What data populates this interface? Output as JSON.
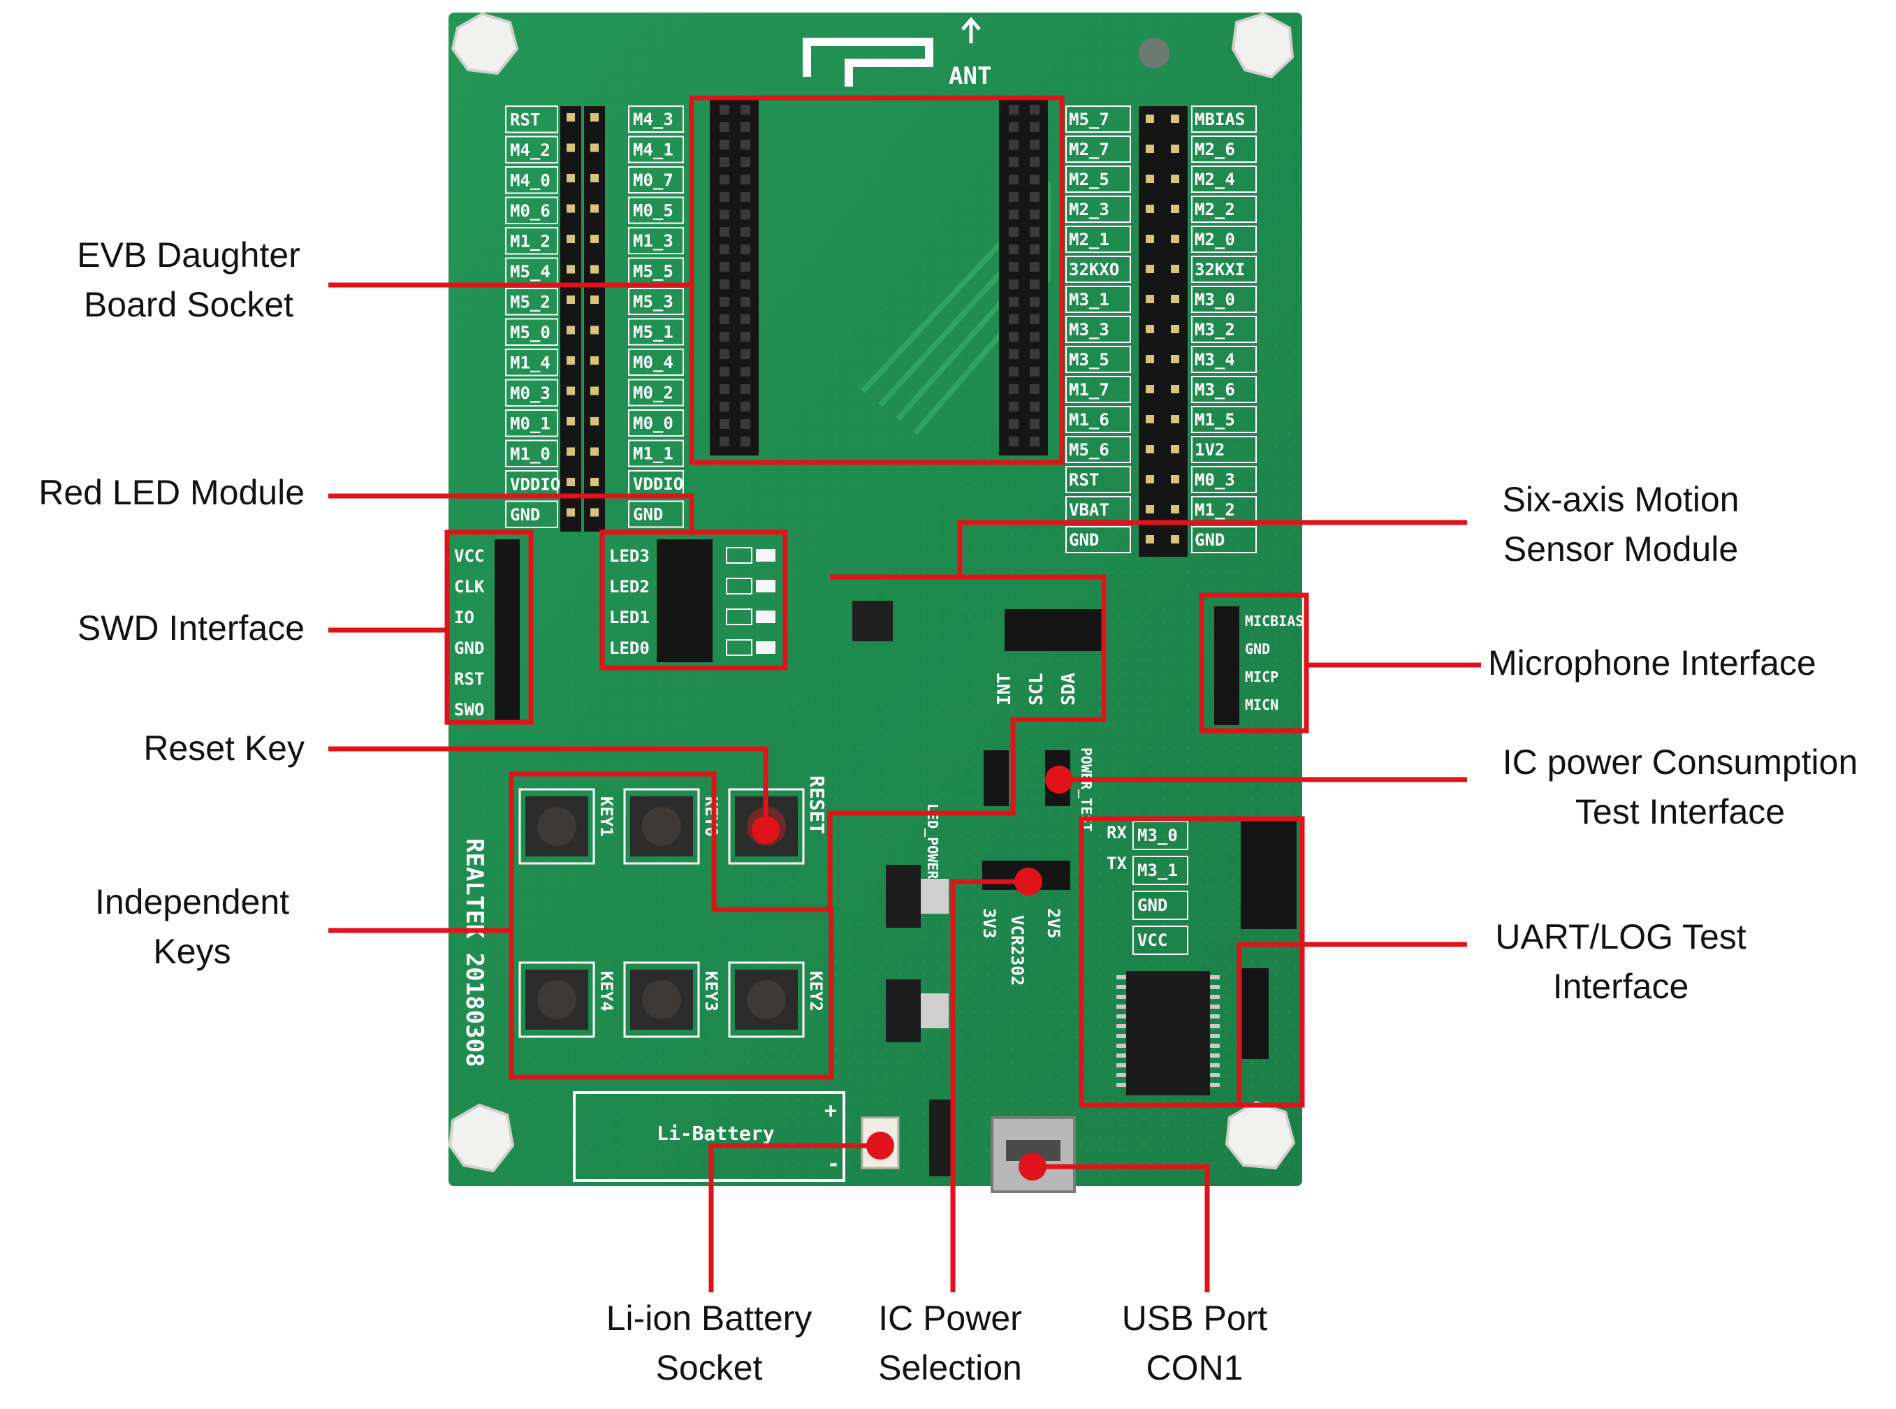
{
  "board": {
    "antenna_label": "ANT",
    "brand_text": "REALTEK 20180308",
    "battery_label": "Li-Battery",
    "battery_plus": "+",
    "battery_minus": "-",
    "reset_silk": "RESET",
    "key_silk": [
      "KEY1",
      "KEY0",
      "KEY4",
      "KEY3",
      "KEY2"
    ],
    "ldo_text": "VCR2302",
    "voltage_3v3": "3V3",
    "voltage_2v5": "2V5",
    "left_header_left_pins": [
      "RST",
      "M4_2",
      "M4_0",
      "M0_6",
      "M1_2",
      "M5_4",
      "M5_2",
      "M5_0",
      "M1_4",
      "M0_3",
      "M0_1",
      "M1_0",
      "VDDIO",
      "GND"
    ],
    "left_header_right_pins": [
      "M4_3",
      "M4_1",
      "M0_7",
      "M0_5",
      "M1_3",
      "M5_5",
      "M5_3",
      "M5_1",
      "M0_4",
      "M0_2",
      "M0_0",
      "M1_1",
      "VDDIO",
      "GND"
    ],
    "right_header_left_pins": [
      "M5_7",
      "M2_7",
      "M2_5",
      "M2_3",
      "M2_1",
      "32KXO",
      "M3_1",
      "M3_3",
      "M3_5",
      "M1_7",
      "M1_6",
      "M5_6",
      "RST",
      "VBAT",
      "GND"
    ],
    "right_header_right_pins": [
      "MBIAS",
      "M2_6",
      "M2_4",
      "M2_2",
      "M2_0",
      "32KXI",
      "M3_0",
      "M3_2",
      "M3_4",
      "M3_6",
      "M1_5",
      "1V2",
      "M0_3",
      "M1_2",
      "GND"
    ],
    "swd_pins": [
      "VCC",
      "CLK",
      "IO",
      "GND",
      "RST",
      "SWO"
    ],
    "led_pins": [
      "LED3",
      "LED2",
      "LED1",
      "LED0"
    ],
    "sensor_pins": [
      "INT",
      "SCL",
      "SDA"
    ],
    "mic_pins": [
      "MICBIAS",
      "GND",
      "MICP",
      "MICN"
    ],
    "uart_pins_left": [
      "RX",
      "TX"
    ],
    "uart_pins_right": [
      "M3_0",
      "M3_1",
      "GND",
      "VCC"
    ],
    "power_test_label": "POWER_TEST",
    "led_power_label": "LED_POWER"
  },
  "callouts": [
    {
      "id": "evb-daughter-board-socket",
      "lines": [
        "EVB Daughter",
        "Board Socket"
      ]
    },
    {
      "id": "red-led-module",
      "lines": [
        "Red LED Module"
      ]
    },
    {
      "id": "swd-interface",
      "lines": [
        "SWD Interface"
      ]
    },
    {
      "id": "reset-key",
      "lines": [
        "Reset Key"
      ]
    },
    {
      "id": "independent-keys",
      "lines": [
        "Independent",
        "Keys"
      ]
    },
    {
      "id": "six-axis-motion-sensor-module",
      "lines": [
        "Six-axis Motion",
        "Sensor Module"
      ]
    },
    {
      "id": "microphone-interface",
      "lines": [
        "Microphone Interface"
      ]
    },
    {
      "id": "ic-power-consumption-test-interface",
      "lines": [
        "IC power Consumption",
        "Test Interface"
      ]
    },
    {
      "id": "uart-log-test-interface",
      "lines": [
        "UART/LOG Test",
        "Interface"
      ]
    },
    {
      "id": "li-ion-battery-socket",
      "lines": [
        "Li-ion Battery",
        "Socket"
      ]
    },
    {
      "id": "ic-power-selection",
      "lines": [
        "IC Power",
        "Selection"
      ]
    },
    {
      "id": "usb-port-con1",
      "lines": [
        "USB Port",
        "CON1"
      ]
    }
  ],
  "colors": {
    "pcb": "#1f8a4e",
    "pcb_dark": "#177241",
    "silkscreen": "#f4f4f4",
    "header": "#1a1a1a",
    "callout_red": "#e0121a",
    "label_text": "#111111"
  }
}
